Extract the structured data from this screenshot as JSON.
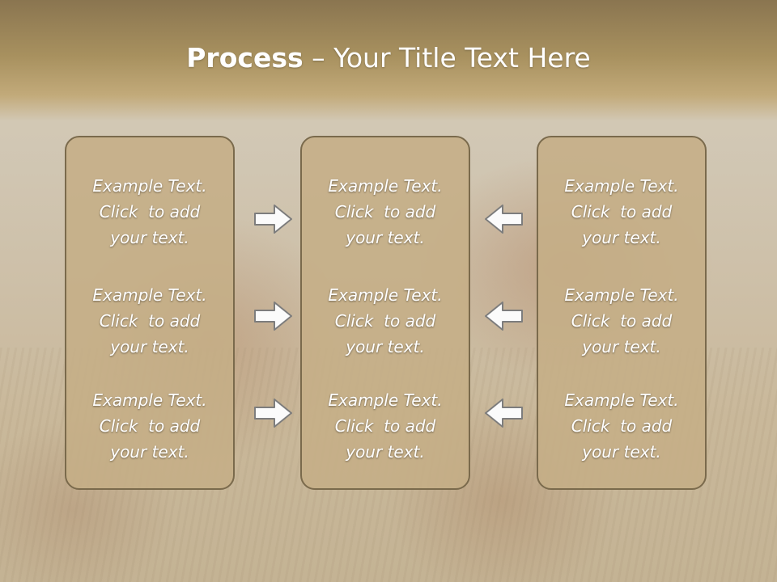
{
  "title": {
    "bold": "Process",
    "rest": " – Your Title Text Here"
  },
  "columns": [
    {
      "blocks": [
        {
          "line1": "Example Text.",
          "line2": "Click  to add",
          "line3": "your text."
        },
        {
          "line1": "Example Text.",
          "line2": "Click  to add",
          "line3": "your text."
        },
        {
          "line1": "Example Text.",
          "line2": "Click  to add",
          "line3": "your text."
        }
      ]
    },
    {
      "blocks": [
        {
          "line1": "Example Text.",
          "line2": "Click  to add",
          "line3": "your text."
        },
        {
          "line1": "Example Text.",
          "line2": "Click  to add",
          "line3": "your text."
        },
        {
          "line1": "Example Text.",
          "line2": "Click  to add",
          "line3": "your text."
        }
      ]
    },
    {
      "blocks": [
        {
          "line1": "Example Text.",
          "line2": "Click  to add",
          "line3": "your text."
        },
        {
          "line1": "Example Text.",
          "line2": "Click  to add",
          "line3": "your text."
        },
        {
          "line1": "Example Text.",
          "line2": "Click  to add",
          "line3": "your text."
        }
      ]
    }
  ],
  "arrows": {
    "left_group_direction": "right",
    "right_group_direction": "left",
    "fill": "#fbfbfb",
    "stroke": "#7d7d7d"
  },
  "colors": {
    "panel_fill": "#c5ae86",
    "panel_border": "#7a6a4c",
    "title_band": "#a8915f",
    "text": "#ffffff"
  }
}
